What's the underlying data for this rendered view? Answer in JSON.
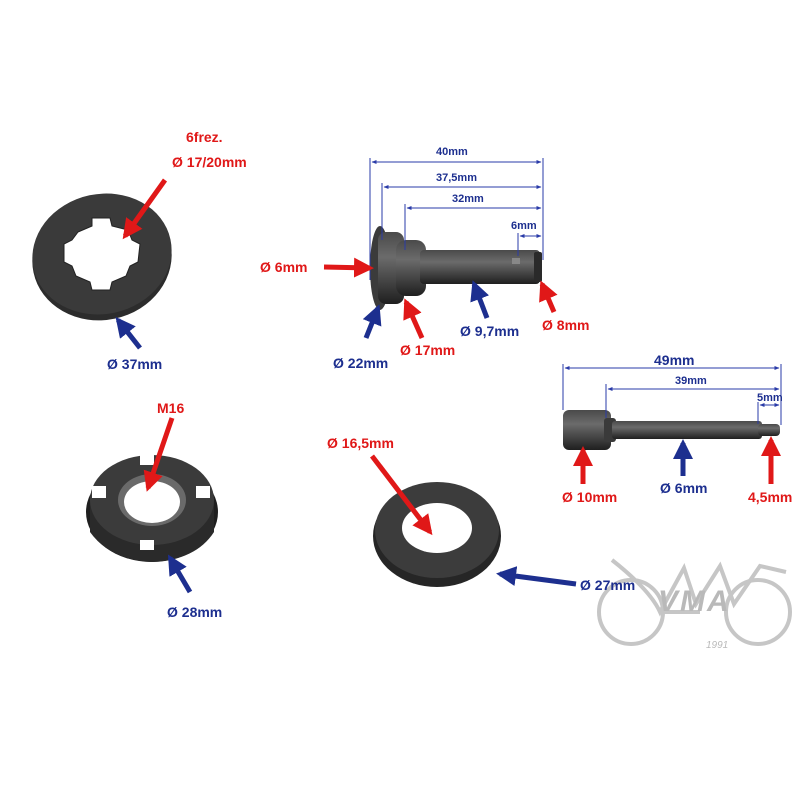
{
  "colors": {
    "red": "#e01818",
    "blue": "#1d2f8f",
    "dimension": "#2a3ba8",
    "part": "#2b2b2b",
    "watermark": "#b9b9b9"
  },
  "lock_washer": {
    "spec_line1": "6frez.",
    "spec_line2": "Ø 17/20mm",
    "outer": "Ø 37mm"
  },
  "nut": {
    "thread": "M16",
    "outer": "Ø 28mm"
  },
  "shaft": {
    "len_total": "40mm",
    "len_a": "37,5mm",
    "len_b": "32mm",
    "len_c": "6mm",
    "d_head_pin": "Ø 6mm",
    "d_flange": "Ø 22mm",
    "d_collar": "Ø 17mm",
    "d_body": "Ø 9,7mm",
    "d_tip": "Ø 8mm"
  },
  "pin": {
    "len_total": "49mm",
    "len_a": "39mm",
    "len_c": "5mm",
    "d_head": "Ø 10mm",
    "d_body": "Ø 6mm",
    "d_tip": "4,5mm"
  },
  "washer": {
    "inner": "Ø 16,5mm",
    "outer": "Ø 27mm"
  },
  "watermark": {
    "brand": "VMA",
    "year": "1991"
  }
}
